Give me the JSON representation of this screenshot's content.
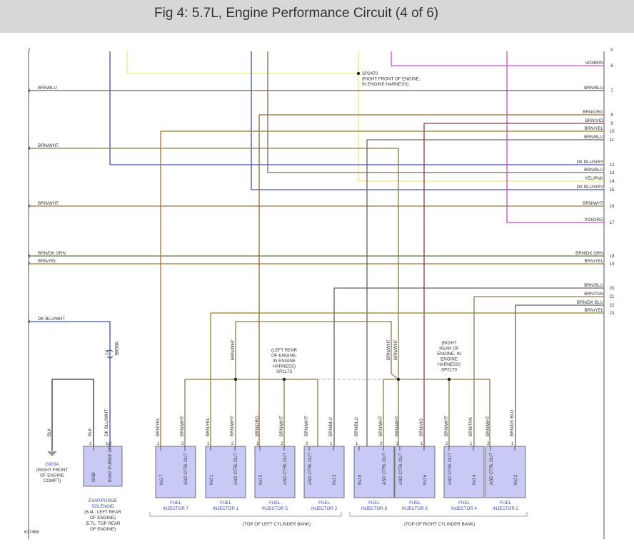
{
  "title": "Fig 4: 5.7L, Engine Performance Circuit (4 of 6)",
  "colors": {
    "BRN/BLU": "#6e5d5a",
    "BRN/WHT": "#8c7a52",
    "BRN/ORG": "#8a6a3a",
    "BRN/VIO": "#8a3b4a",
    "BRN/YEL": "#9a7d2a",
    "BRN/DK GRN": "#5a7a3a",
    "BRN/TAN": "#8c7a52",
    "BRN/DK BLU": "#5a6070",
    "VIO/BRN": "#d64ad0",
    "VIO/ORG": "#d64ad0",
    "YEL": "#f2e680",
    "YEL/PNK": "#f2e680",
    "DK BLU": "#3d4fb0",
    "DK BLU/GRY": "#3d4fb0",
    "DK BLU/WHT": "#3d4fb0",
    "BRN": "#7a6a5a",
    "BLK": "#333333"
  },
  "left_labels": [
    {
      "id": "l3",
      "num": "3",
      "color": "BRN/BLU"
    },
    {
      "id": "l4",
      "num": "4",
      "color": "BRN/WHT"
    },
    {
      "id": "l5",
      "num": "5",
      "color": "BRN/WHT"
    },
    {
      "id": "l6",
      "num": "6",
      "color": "BRN/DK GRN"
    },
    {
      "id": "l7",
      "num": "7",
      "color": "BRN/YEL"
    },
    {
      "id": "l8",
      "num": "8",
      "color": "DK BLU/WHT"
    }
  ],
  "right_labels": [
    {
      "id": "r6",
      "num": "6",
      "color": "VIO/BRN"
    },
    {
      "id": "r7",
      "num": "7",
      "color": "BRN/BLU"
    },
    {
      "id": "r8",
      "num": "8",
      "color": "BRN/ORG"
    },
    {
      "id": "r9",
      "num": "9",
      "color": "BRN/VIO"
    },
    {
      "id": "r10",
      "num": "10",
      "color": "BRN/YEL"
    },
    {
      "id": "r11",
      "num": "11",
      "color": "BRN/BLU"
    },
    {
      "id": "r12",
      "num": "12",
      "color": "DK BLU/GRY"
    },
    {
      "id": "r13",
      "num": "13",
      "color": "BRN/BLU"
    },
    {
      "id": "r14",
      "num": "14",
      "color": "YEL/PNK"
    },
    {
      "id": "r15",
      "num": "15",
      "color": "DK BLU/GRY"
    },
    {
      "id": "r16",
      "num": "16",
      "color": "BRN/WHT"
    },
    {
      "id": "r17",
      "num": "17",
      "color": "VIO/ORG"
    },
    {
      "id": "r18",
      "num": "18",
      "color": "BRN/DK GRN"
    },
    {
      "id": "r19",
      "num": "19",
      "color": "BRN/YEL"
    },
    {
      "id": "r20",
      "num": "20",
      "color": "BRN/BLU"
    },
    {
      "id": "r21",
      "num": "21",
      "color": "BRN/TAN"
    },
    {
      "id": "r22",
      "num": "22",
      "color": "BRN/DK BLU"
    },
    {
      "id": "r23",
      "num": "23",
      "color": "BRN/YEL"
    }
  ],
  "splices": {
    "sp2470": [
      "SP2470",
      "(RIGHT FRONT OF ENGINE,",
      "IN ENGINE HARNESS)"
    ],
    "sp2173": [
      "(LEFT REAR",
      "OF ENGINE,",
      "IN ENGINE",
      "HARNESS)",
      "SP2173"
    ],
    "sp2170": [
      "(RIGHT",
      "REAR OF",
      "ENGINE, IN",
      "ENGINE",
      "HARNESS)",
      "SP2170"
    ]
  },
  "ground": {
    "id": "G903A",
    "desc": [
      "(RIGHT FRONT",
      "OF ENGINE",
      "COMPT)"
    ],
    "wire": "BLK"
  },
  "evap": {
    "pins": [
      {
        "num": "2",
        "name": "GND",
        "wire": "BLK"
      },
      {
        "num": "1",
        "name": "EVAP PURGE CTRL",
        "wire": "DK BLU/WHT"
      }
    ],
    "connector": {
      "num": "10",
      "name": "BK00A"
    },
    "label": [
      "EVAP/PURGE",
      "SOLENOID",
      "(6.4L: LEFT REAR",
      "OF ENGINE)",
      "(5.7L: TOP REAR",
      "OF ENGINE)"
    ]
  },
  "injectors": [
    {
      "id": "inj7",
      "name": [
        "FUEL",
        "INJECTOR 7"
      ],
      "pins": [
        {
          "num": "1",
          "name": "INJ 7",
          "wire": "BRN/YEL"
        },
        {
          "num": "2",
          "name": "ASD CTRL OUT",
          "wire": "BRN/WHT"
        }
      ]
    },
    {
      "id": "inj1",
      "name": [
        "FUEL",
        "INJECTOR 1"
      ],
      "pins": [
        {
          "num": "1",
          "name": "INJ 1",
          "wire": "BRN/YEL"
        },
        {
          "num": "2",
          "name": "ASD CTRL OUT",
          "wire": "BRN/WHT"
        }
      ]
    },
    {
      "id": "inj5",
      "name": [
        "FUEL",
        "INJECTOR 5"
      ],
      "pins": [
        {
          "num": "1",
          "name": "INJ 5",
          "wire": "BRN/ORG"
        },
        {
          "num": "2",
          "name": "ASD CTRL OUT",
          "wire": "BRN/WHT"
        }
      ]
    },
    {
      "id": "inj3",
      "name": [
        "FUEL",
        "INJECTOR 3"
      ],
      "pins": [
        {
          "num": "2",
          "name": "ASD CTRL OUT",
          "wire": "BRN/WHT"
        },
        {
          "num": "1",
          "name": "INJ 3",
          "wire": "BRN/BLU"
        }
      ]
    },
    {
      "id": "inj8",
      "name": [
        "FUEL",
        "INJECTOR 8"
      ],
      "pins": [
        {
          "num": "1",
          "name": "INJ 8",
          "wire": "BRN/BLU"
        },
        {
          "num": "2",
          "name": "ASD CTRL OUT",
          "wire": "BRN/WHT"
        }
      ]
    },
    {
      "id": "inj6",
      "name": [
        "FUEL",
        "INJECTOR 6"
      ],
      "pins": [
        {
          "num": "2",
          "name": "ASD CTRL OUT",
          "wire": "BRN/WHT"
        },
        {
          "num": "1",
          "name": "INJ 6",
          "wire": "BRN/VIO"
        }
      ]
    },
    {
      "id": "inj4",
      "name": [
        "FUEL",
        "INJECTOR 4"
      ],
      "pins": [
        {
          "num": "2",
          "name": "ASD CTRL OUT",
          "wire": "BRN/WHT"
        },
        {
          "num": "1",
          "name": "INJ 4",
          "wire": "BRN/TAN"
        }
      ]
    },
    {
      "id": "inj2",
      "name": [
        "FUEL",
        "INJECTOR 2"
      ],
      "pins": [
        {
          "num": "2",
          "name": "ASD CTRL OUT",
          "wire": "BRN/WHT"
        },
        {
          "num": "1",
          "name": "INJ 2",
          "wire": "BRN/DK BLU"
        }
      ]
    }
  ],
  "splice_wires": [
    "BRN/WHT",
    "BRN/WHT",
    "BRN/WHT"
  ],
  "banks": [
    "(TOP OF LEFT CYLINDER BANK)",
    "(TOP OF RIGHT CYLINDER BANK)"
  ],
  "figure_id": "637468"
}
